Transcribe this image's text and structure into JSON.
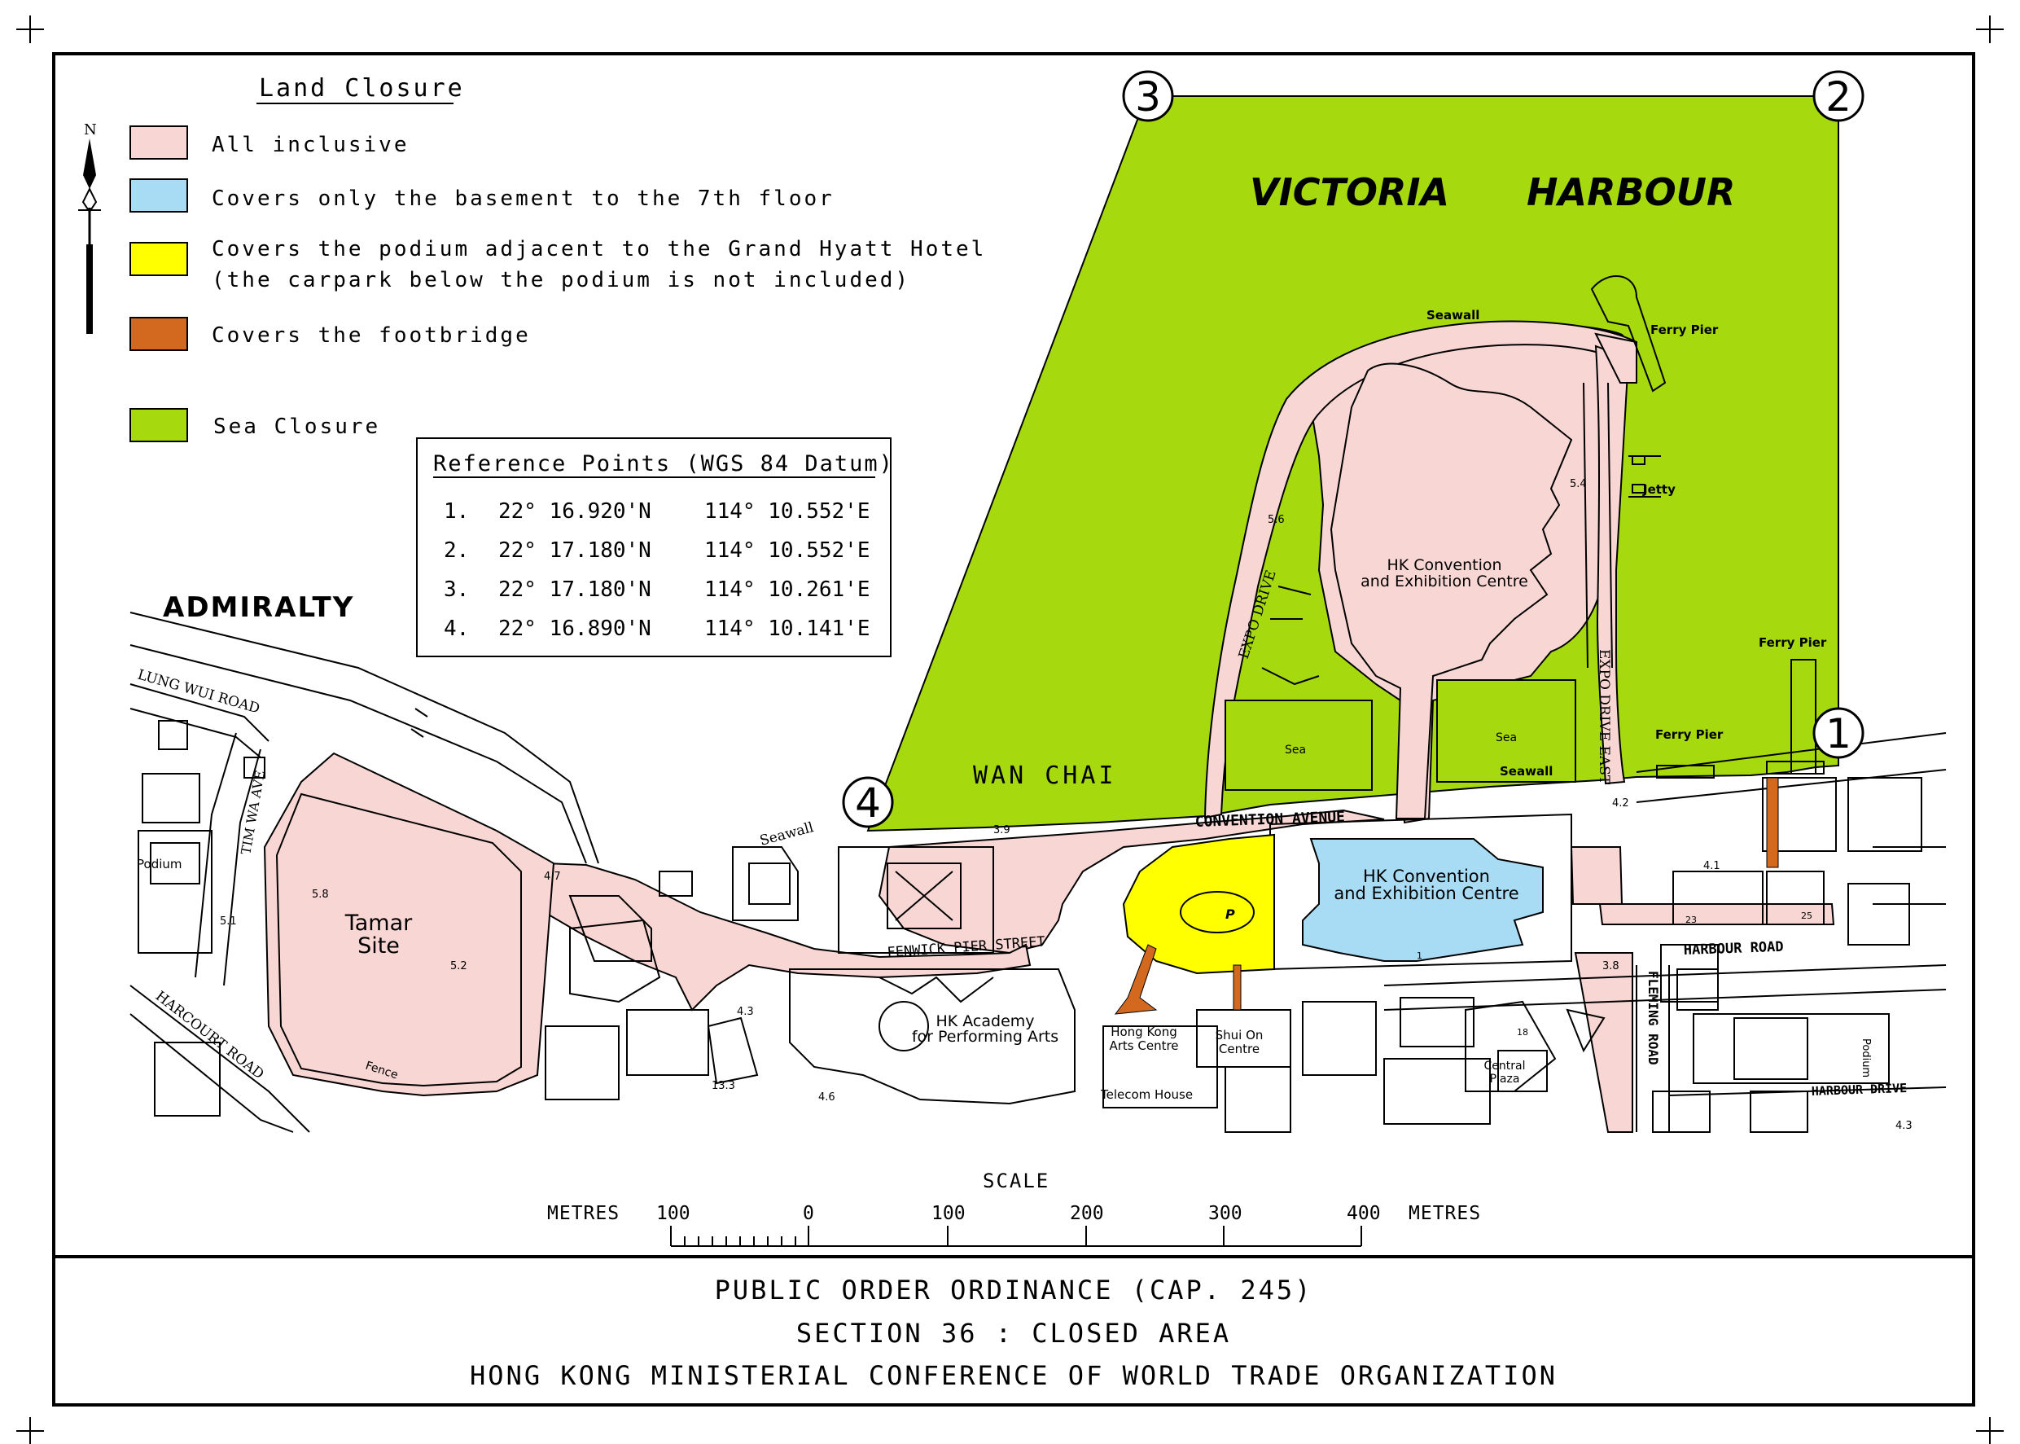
{
  "legend": {
    "heading": "Land Closure",
    "items": [
      {
        "color": "#f7d6d3",
        "label": "All inclusive"
      },
      {
        "color": "#a8dcf5",
        "label": "Covers only the basement to the 7th floor"
      },
      {
        "color": "#ffff00",
        "label": "Covers the podium adjacent to the Grand Hyatt Hotel",
        "label2": "(the carpark below the podium is not included)"
      },
      {
        "color": "#d2691e",
        "label": "Covers the footbridge"
      },
      {
        "color": "#a6d90e",
        "label": "Sea Closure"
      }
    ],
    "north": "N"
  },
  "reference_points": {
    "title": "Reference Points (WGS 84 Datum)",
    "rows": [
      {
        "no": "1.",
        "lat": "22° 16.920'N",
        "lon": "114° 10.552'E"
      },
      {
        "no": "2.",
        "lat": "22° 17.180'N",
        "lon": "114° 10.552'E"
      },
      {
        "no": "3.",
        "lat": "22° 17.180'N",
        "lon": "114° 10.261'E"
      },
      {
        "no": "4.",
        "lat": "22° 16.890'N",
        "lon": "114° 10.141'E"
      }
    ]
  },
  "markers": [
    "1",
    "2",
    "3",
    "4"
  ],
  "places": {
    "victoria": "VICTORIA",
    "harbour": "HARBOUR",
    "admiralty": "ADMIRALTY",
    "wan_chai": "WAN CHAI",
    "lung_wui_road": "LUNG WUI ROAD",
    "tim_wa_ave": "TIM WA AVE",
    "harcourt_road": "HARCOURT ROAD",
    "tamar_site": "Tamar",
    "tamar_site2": "Site",
    "fence": "Fence",
    "podium_left": "Podium",
    "seawall1": "Seawall",
    "seawall2": "Seawall",
    "seawall3": "Seawall",
    "ferry_pier1": "Ferry Pier",
    "ferry_pier2": "Ferry Pier",
    "ferry_pier3": "Ferry Pier",
    "jetty": "Jetty",
    "expo_drive": "EXPO DRIVE",
    "expo_drive_east": "EXPO DRIVE EAST",
    "hkcec_north_1": "HK Convention",
    "hkcec_north_2": "and Exhibition Centre",
    "hkcec_south_1": "HK Convention",
    "hkcec_south_2": "and Exhibition Centre",
    "sea1": "Sea",
    "sea2": "Sea",
    "convention_avenue": "CONVENTION AVENUE",
    "fenwick_pier_street": "FENWICK PIER STREET",
    "hk_academy_1": "HK Academy",
    "hk_academy_2": "for Performing Arts",
    "hk_arts_centre_1": "Hong Kong",
    "hk_arts_centre_2": "Arts Centre",
    "shui_on_1": "Shui On",
    "shui_on_2": "Centre",
    "telecom_house": "Telecom House",
    "central_plaza_1": "Central",
    "central_plaza_2": "Plaza",
    "harbour_road": "HARBOUR ROAD",
    "harbour_drive": "HARBOUR DRIVE",
    "fleming_road": "FLEMING ROAD",
    "podium_right": "Podium",
    "parking": "P",
    "b23": "23",
    "b25": "25",
    "b18": "18",
    "b1": "1"
  },
  "spot_heights": [
    "5.8",
    "5.2",
    "5.1",
    "4.7",
    "3.9",
    "5.4",
    "5.6",
    "4.2",
    "4.1",
    "3.8",
    "4.3",
    "13.3",
    "4.6",
    "4.3"
  ],
  "scale": {
    "title": "SCALE",
    "unit_left": "METRES",
    "unit_right": "METRES",
    "ticks": [
      "100",
      "0",
      "100",
      "200",
      "300",
      "400"
    ]
  },
  "title_block": {
    "line1": "PUBLIC ORDER ORDINANCE (CAP. 245)",
    "line2": "SECTION 36 : CLOSED AREA",
    "line3": "HONG KONG MINISTERIAL CONFERENCE OF WORLD TRADE ORGANIZATION"
  },
  "colors": {
    "pink": "#f7d6d3",
    "blue": "#a8dcf5",
    "yellow": "#ffff00",
    "orange": "#d2691e",
    "green": "#a6d90e"
  }
}
